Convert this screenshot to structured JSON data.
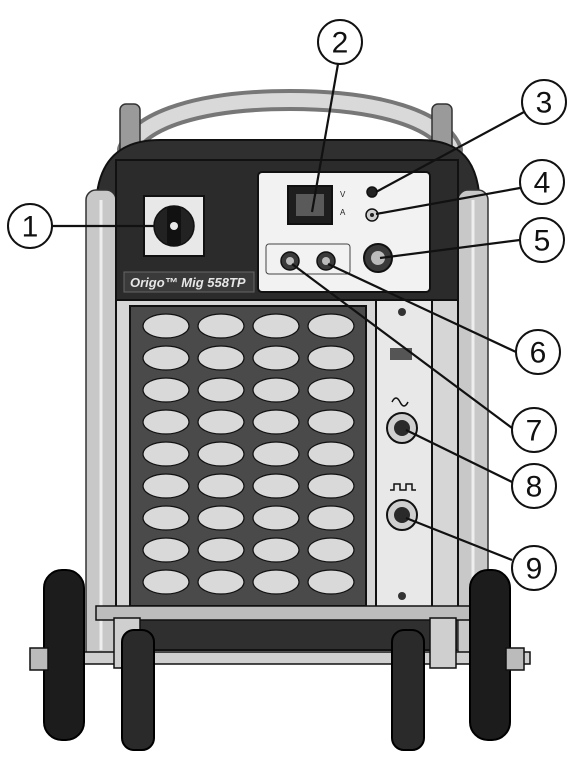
{
  "machine": {
    "brand_model": "Origo™ Mig 558TP",
    "display_units": [
      "V",
      "A"
    ]
  },
  "callouts": [
    {
      "number": "1"
    },
    {
      "number": "2"
    },
    {
      "number": "3"
    },
    {
      "number": "4"
    },
    {
      "number": "5"
    },
    {
      "number": "6"
    },
    {
      "number": "7"
    },
    {
      "number": "8"
    },
    {
      "number": "9"
    }
  ],
  "colors": {
    "body_dark": "#2b2b2b",
    "frame_grey": "#bdbdbd",
    "panel_light": "#f2f2f2",
    "line": "#111111"
  }
}
